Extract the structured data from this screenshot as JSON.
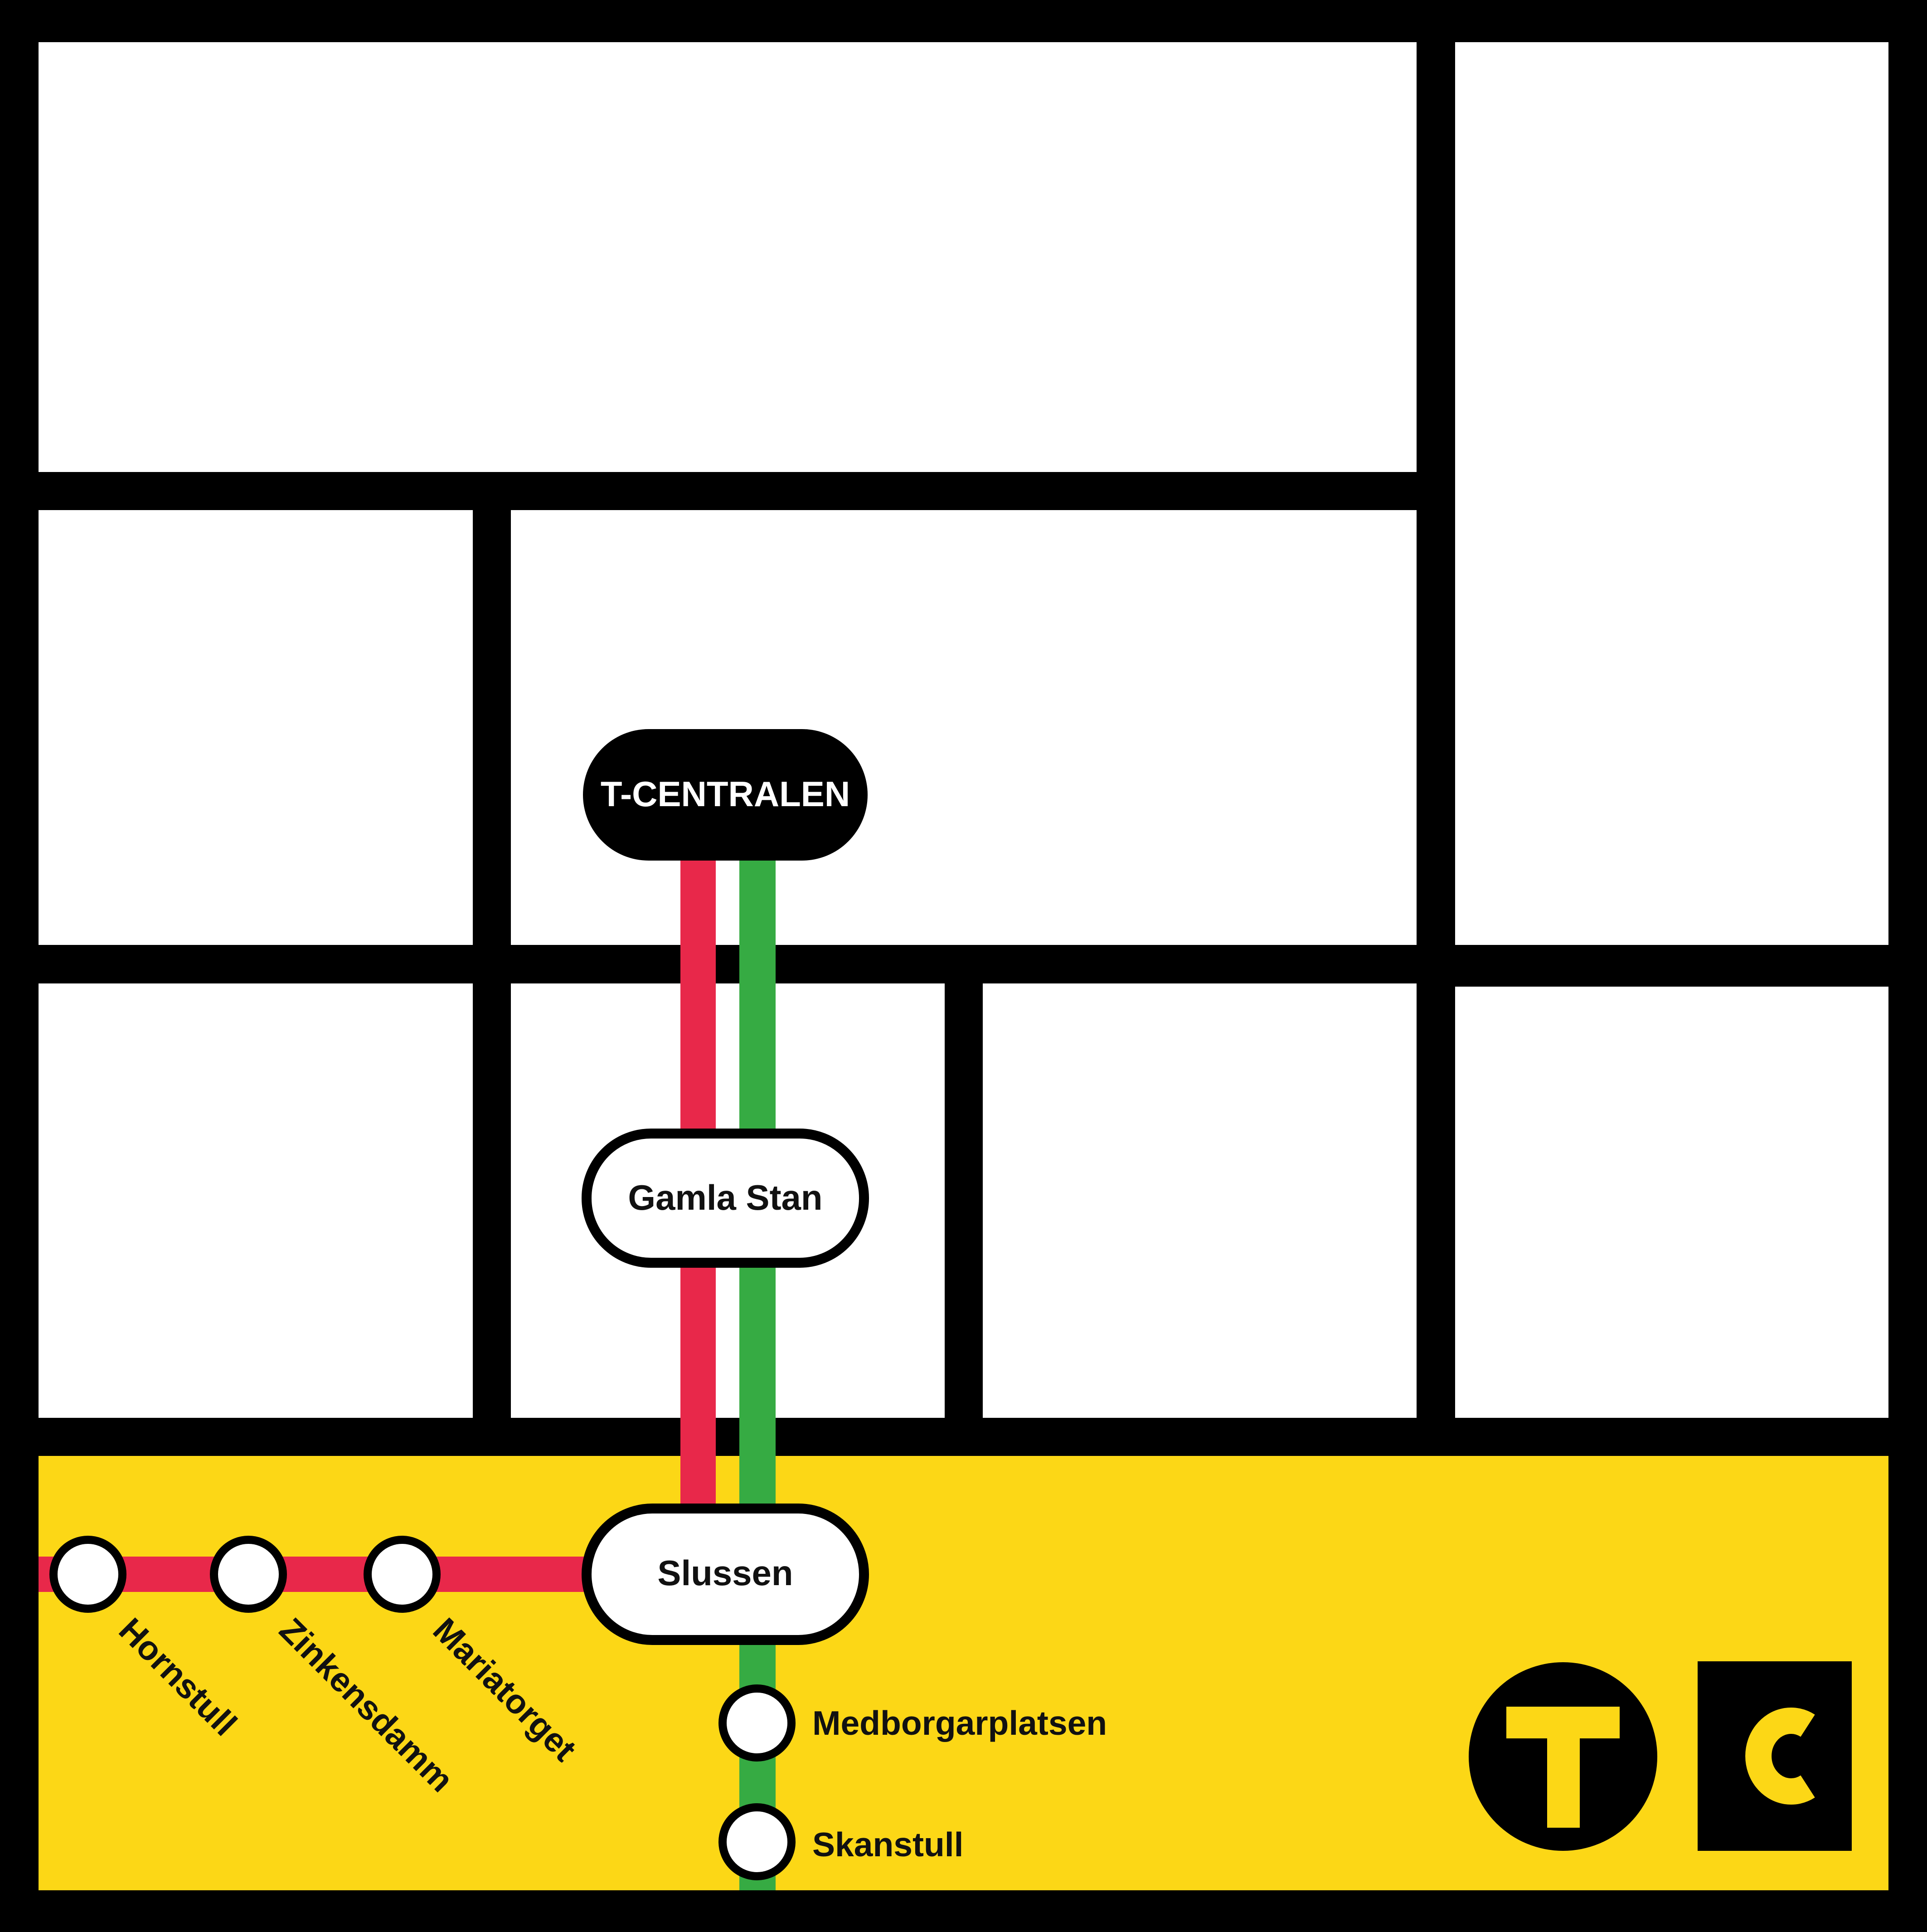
{
  "map": {
    "colors": {
      "frame": "#000000",
      "block": "#ffffff",
      "district": "#fcd716",
      "red_line": "#e8284a",
      "green_line": "#36ab43",
      "logo_accent": "#fcd716"
    },
    "hub_stations": {
      "t_centralen": "T-CENTRALEN",
      "gamla_stan": "Gamla Stan",
      "slussen": "Slussen"
    },
    "red_line_stations": [
      "Hornstull",
      "Zinkensdamm",
      "Mariatorget"
    ],
    "green_line_stations": [
      "Medborgarplatsen",
      "Skanstull"
    ],
    "logos": {
      "metro_letter": "T",
      "commuter_letter": "C"
    }
  }
}
